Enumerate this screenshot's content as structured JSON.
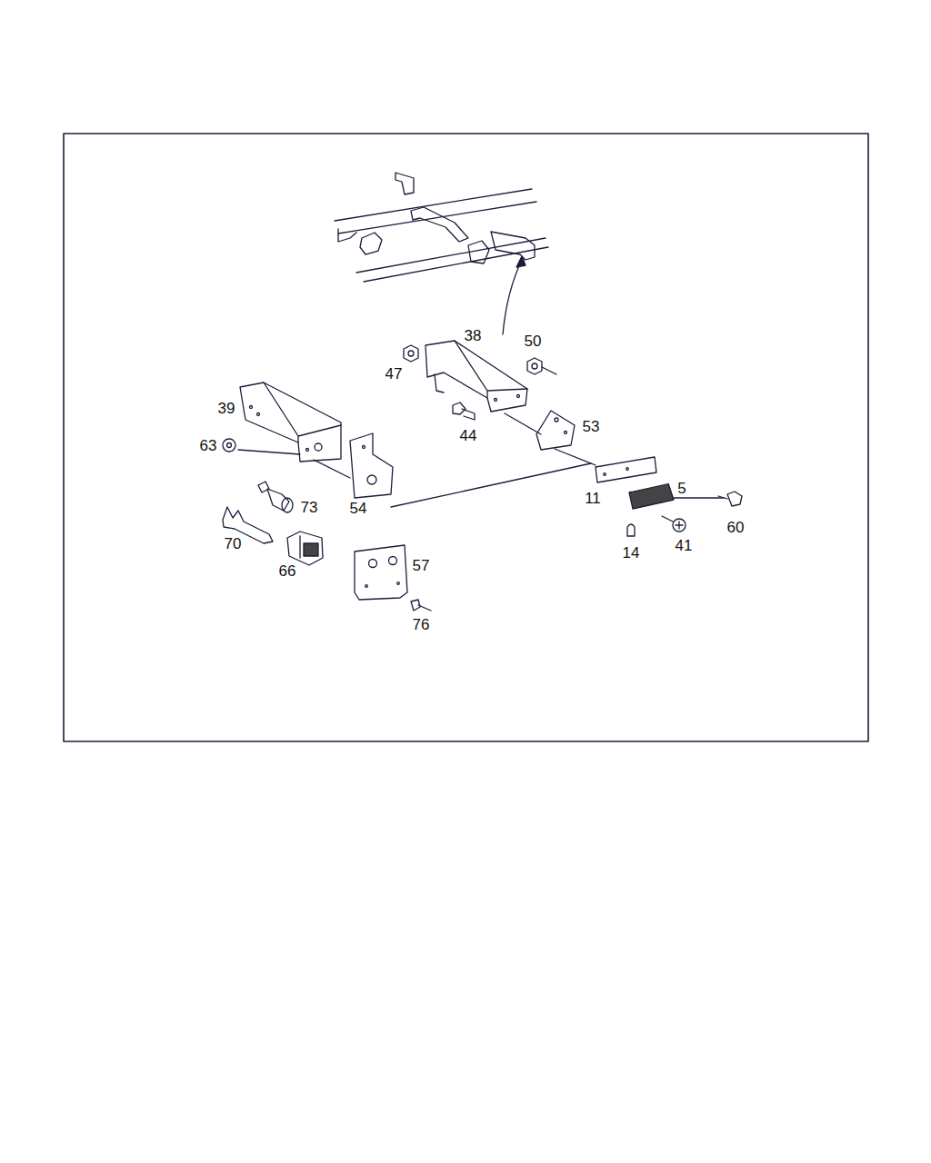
{
  "diagram": {
    "labels": [
      "38",
      "50",
      "47",
      "53",
      "39",
      "44",
      "63",
      "11",
      "5",
      "73",
      "54",
      "60",
      "41",
      "14",
      "70",
      "66",
      "57",
      "76"
    ]
  }
}
